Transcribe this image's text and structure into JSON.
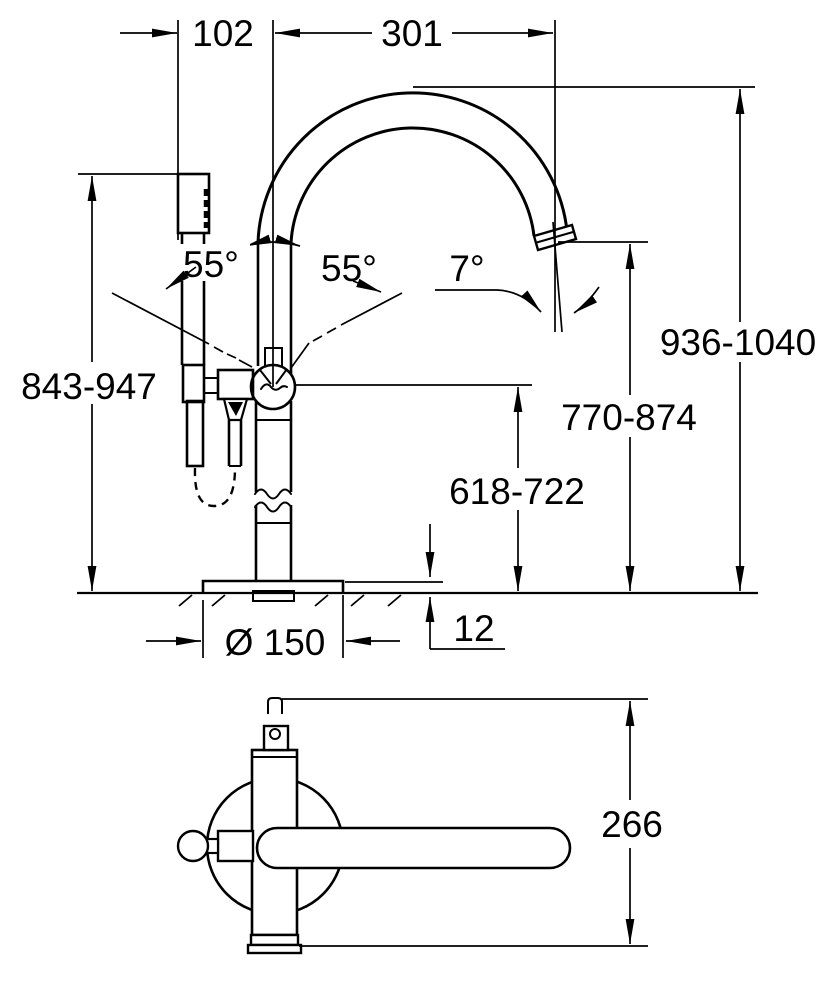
{
  "drawing": {
    "title": "faucet-technical-dimension-drawing",
    "colors": {
      "line": "#000000",
      "background": "#ffffff"
    },
    "views": {
      "front": "front-elevation",
      "top": "plan-view"
    },
    "labels": {
      "dim_102": "102",
      "dim_301": "301",
      "angle_left": "55°",
      "angle_right": "55°",
      "angle_spout": "7°",
      "dim_height_left": "843-947",
      "dim_height_total": "936-1040",
      "dim_height_outlet": "770-874",
      "dim_height_body": "618-722",
      "dim_base_height": "12",
      "dim_base_diameter": "Ø 150",
      "dim_reach": "266"
    }
  }
}
